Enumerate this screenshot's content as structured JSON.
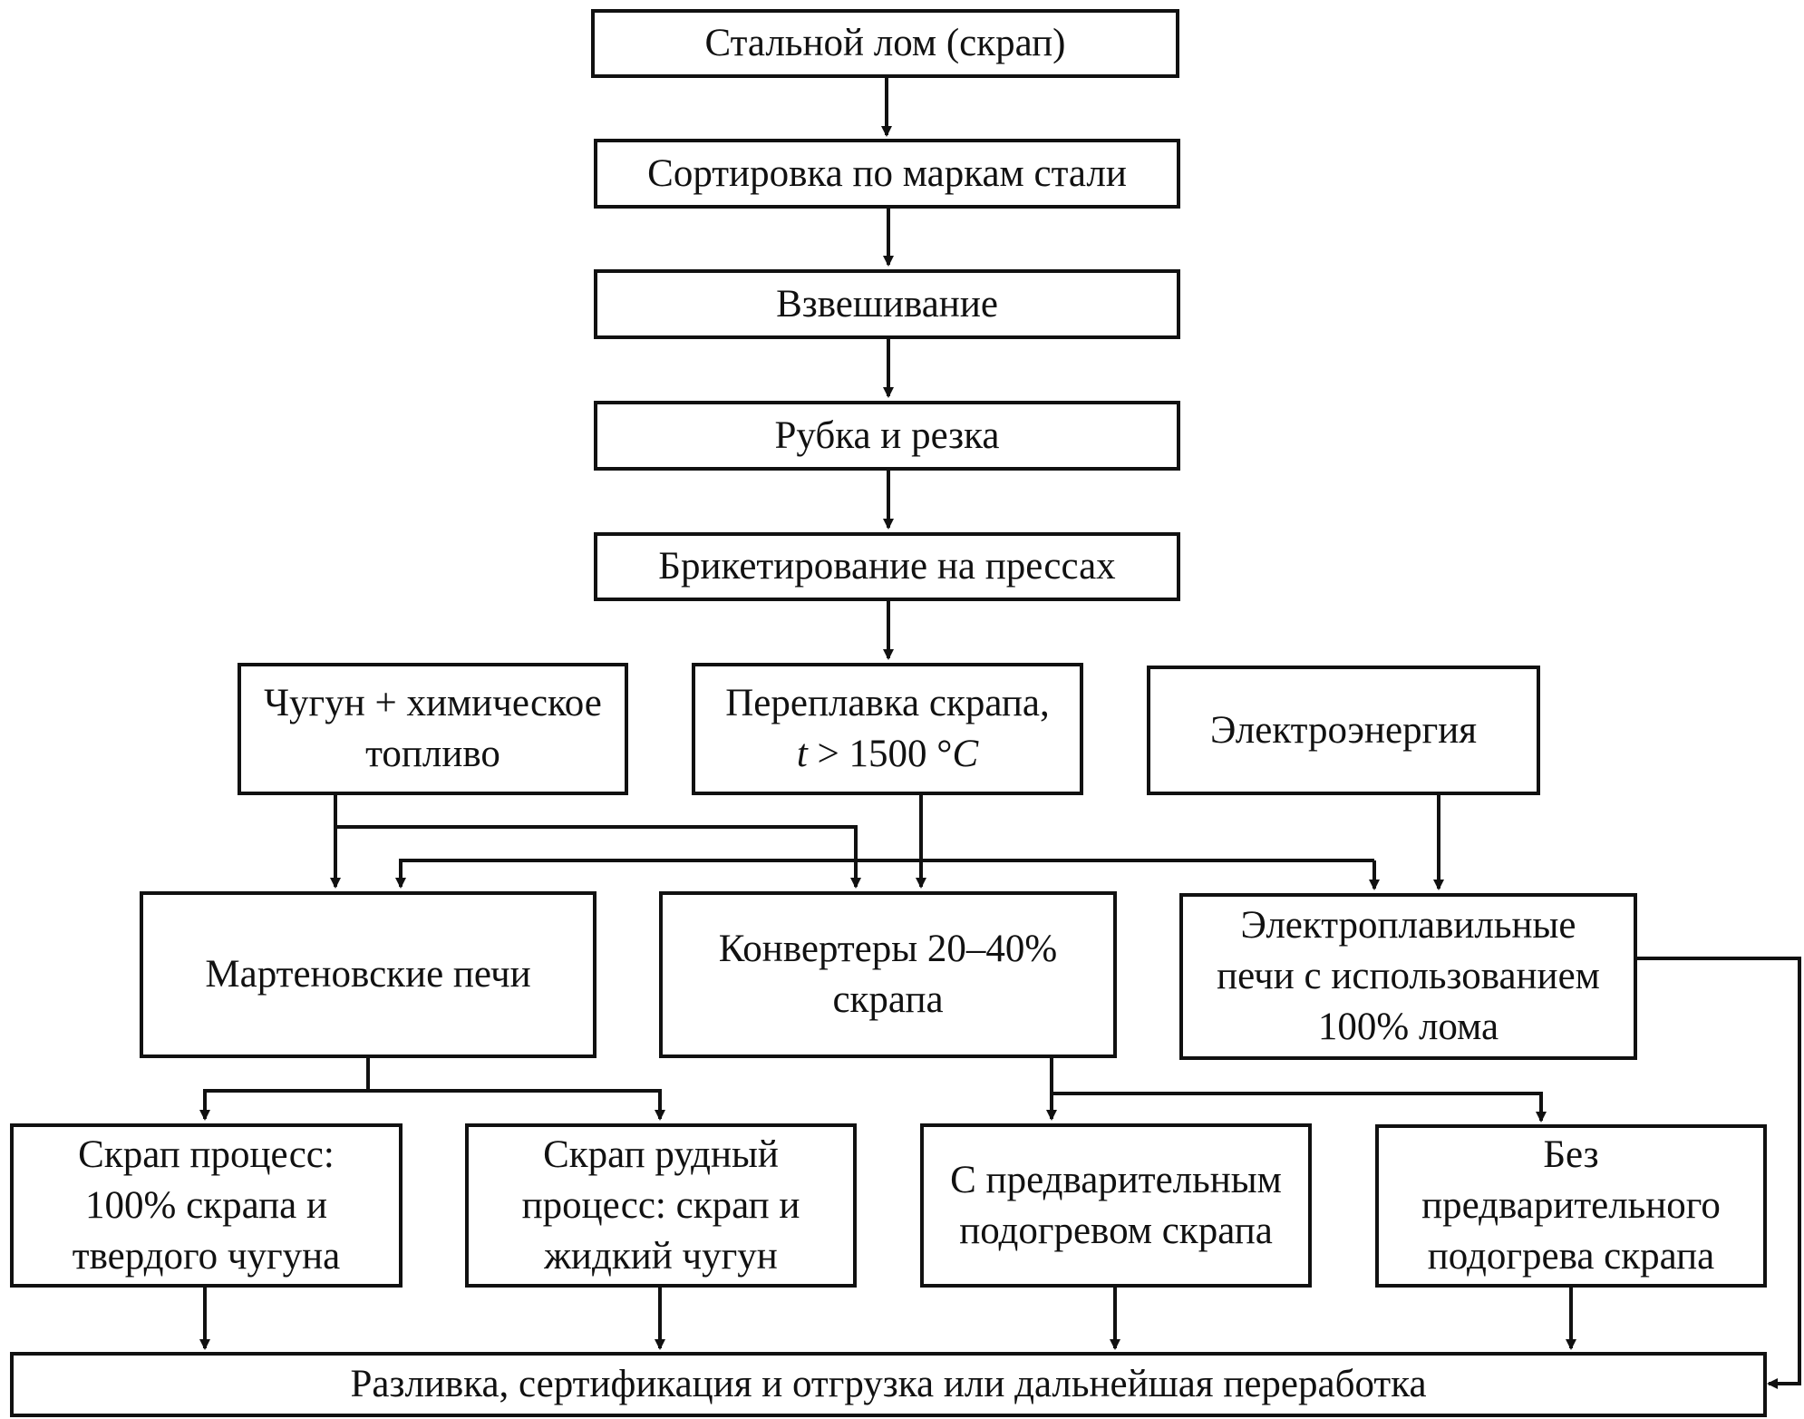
{
  "diagram": {
    "colors": {
      "stroke": "#111111",
      "background": "#ffffff"
    },
    "nodes": {
      "scrap": {
        "lines": [
          "Стальной лом (скрап)"
        ]
      },
      "sorting": {
        "lines": [
          "Сортировка по маркам стали"
        ]
      },
      "weighing": {
        "lines": [
          "Взвешивание"
        ]
      },
      "cutting": {
        "lines": [
          "Рубка и резка"
        ]
      },
      "briquetting": {
        "lines": [
          "Брикетирование на прессах"
        ]
      },
      "pigiron": {
        "lines": [
          "Чугун + химическое",
          "топливо"
        ]
      },
      "remelting": {
        "line1": "Переплавка скрапа,",
        "var": "t",
        "rel": " > 1500 °",
        "unit": "C"
      },
      "electricity": {
        "lines": [
          "Электроэнергия"
        ]
      },
      "openhearth": {
        "lines": [
          "Мартеновские печи"
        ]
      },
      "converters": {
        "lines": [
          "Конвертеры 20–40%",
          "скрапа"
        ]
      },
      "electricfurnace": {
        "lines": [
          "Электроплавильные",
          "печи с использованием",
          "100% лома"
        ]
      },
      "scrapprocess": {
        "lines": [
          "Скрап процесс:",
          "100% скрапа и",
          "твердого чугуна"
        ]
      },
      "scraporeprocess": {
        "lines": [
          "Скрап рудный",
          "процесс: скрап и",
          "жидкий чугун"
        ]
      },
      "withpreheat": {
        "lines": [
          "С предварительным",
          "подогревом скрапа"
        ]
      },
      "withoutpreheat": {
        "lines": [
          "Без",
          "предварительного",
          "подогрева скрапа"
        ]
      },
      "casting": {
        "lines": [
          "Разливка, сертификация и отгрузка или дальнейшая переработка"
        ]
      }
    }
  }
}
